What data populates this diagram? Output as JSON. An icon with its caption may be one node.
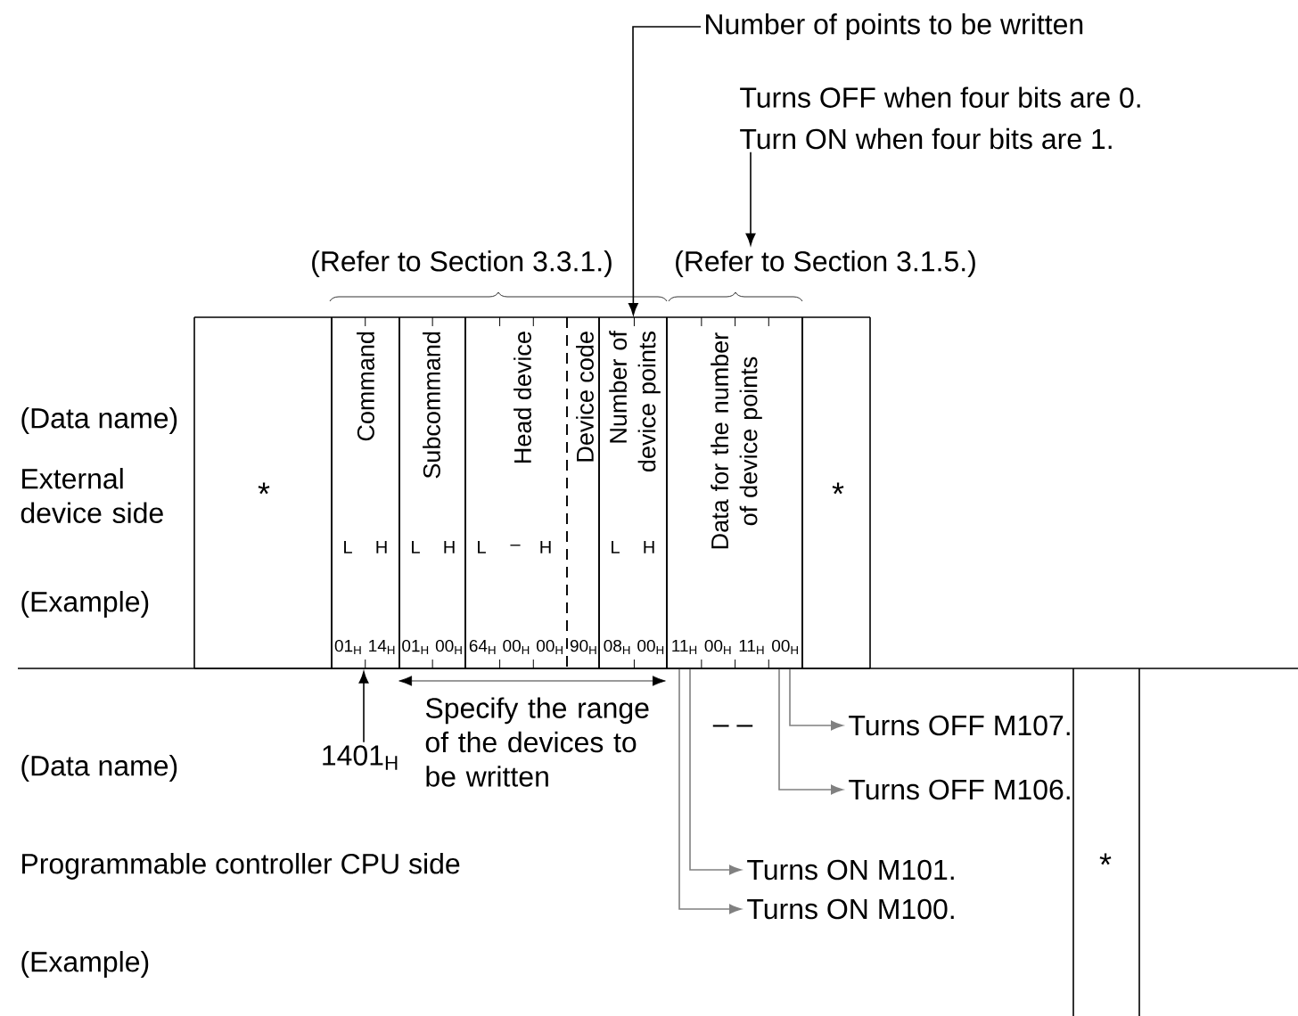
{
  "diagram": {
    "nodes": [
      {
        "text": [
          "*"
        ]
      },
      {
        "text": [
          "Command",
          "L",
          "H",
          "01$_{H}$",
          "14$_{H}$"
        ]
      },
      {
        "text": [
          "Subcommand",
          "L",
          "H",
          "01$_{H}$",
          "00$_{H}$"
        ]
      },
      {
        "text": [
          "Head device",
          "L",
          "–",
          "H",
          "64$_{H}$",
          "00$_{H}$",
          "00$_{H}$"
        ]
      },
      {
        "text": [
          "Device code",
          "90$_{H}$"
        ]
      },
      {
        "text": [
          "Number of device points",
          "L",
          "H",
          "08$_{H}$",
          "00$_{H}$"
        ]
      },
      {
        "text": [
          "Data for the number of device points",
          "11$_{H}$",
          "00$_{H}$",
          "11$_{H}$",
          "00$_{H}$"
        ]
      },
      {
        "text": [
          "*"
        ]
      },
      {
        "text": [
          "*"
        ]
      },
      {
        "text": [
          "Number of points to be written"
        ]
      },
      {
        "text": [
          "(Refer to Section 3.1.5.)"
        ]
      },
      {
        "text": [
          "Turns OFF when four bits are 0.",
          "Turn ON when four bits are 1."
        ]
      },
      {
        "text": [
          "1401$_{H}$"
        ]
      },
      {
        "text": [
          "Turns OFF M107."
        ]
      },
      {
        "text": [
          "Turns OFF M106."
        ]
      },
      {
        "text": [
          "Turns ON M101."
        ]
      },
      {
        "text": [
          "Turns ON M100."
        ]
      }
    ],
    "edges": [
      {
        "from": 9,
        "to": 5,
        "arrow": "to",
        "color": "#000000"
      },
      {
        "from": 11,
        "to": 10,
        "arrow": "to",
        "color": "#000000"
      },
      {
        "from": 12,
        "to": 1,
        "arrow": "to",
        "color": "#000000"
      },
      {
        "from": 6,
        "to": 13,
        "arrow": "to",
        "color": "#808080"
      },
      {
        "from": 6,
        "to": 14,
        "arrow": "to",
        "color": "#808080"
      },
      {
        "from": 6,
        "to": 15,
        "arrow": "to",
        "color": "#808080"
      },
      {
        "from": 6,
        "to": 16,
        "arrow": "to",
        "color": "#808080"
      }
    ],
    "labels": [
      "(Refer to Section 3.3.1.)",
      "(Data name)",
      "External device side",
      "(Example)",
      "Specify the range of the devices to be written",
      "– –",
      "(Data name)",
      "Programmable controller CPU side",
      "(Example)"
    ]
  }
}
